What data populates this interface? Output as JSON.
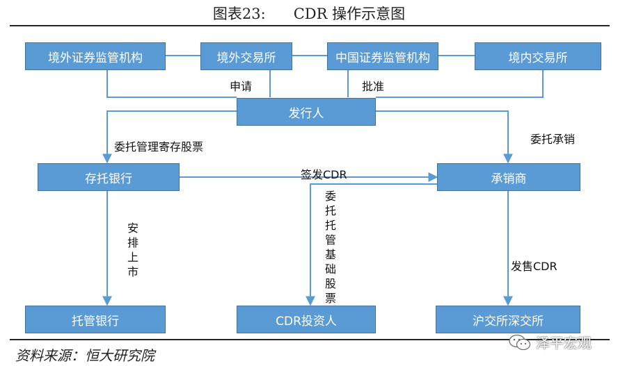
{
  "figure": {
    "title": "图表23:      CDR 操作示意图",
    "source": "资料来源：恒大研究院",
    "watermark": "泽平宏观"
  },
  "nodes": {
    "overseas_regulator": "境外证券监管机构",
    "overseas_exchange": "境外交易所",
    "csrc": "中国证券监管机构",
    "domestic_exchange": "境内交易所",
    "issuer": "发行人",
    "depositary_bank": "存托银行",
    "underwriter": "承销商",
    "custodian_bank": "托管银行",
    "cdr_investor": "CDR投资人",
    "sh_sz_exchange": "沪交所深交所"
  },
  "edges": {
    "apply": "申请",
    "approve": "批准",
    "entrust_custody": "委托管理寄存股票",
    "entrust_underwriting": "委托承销",
    "issue_cdr": "签发CDR",
    "arrange_listing": "安排上市",
    "entrust_underlying": "委托托管基础股票",
    "sell_cdr": "发售CDR"
  },
  "colors": {
    "box_fill": "#5b9bd5",
    "box_border": "#41719c",
    "arrow": "#5b9bd5"
  }
}
